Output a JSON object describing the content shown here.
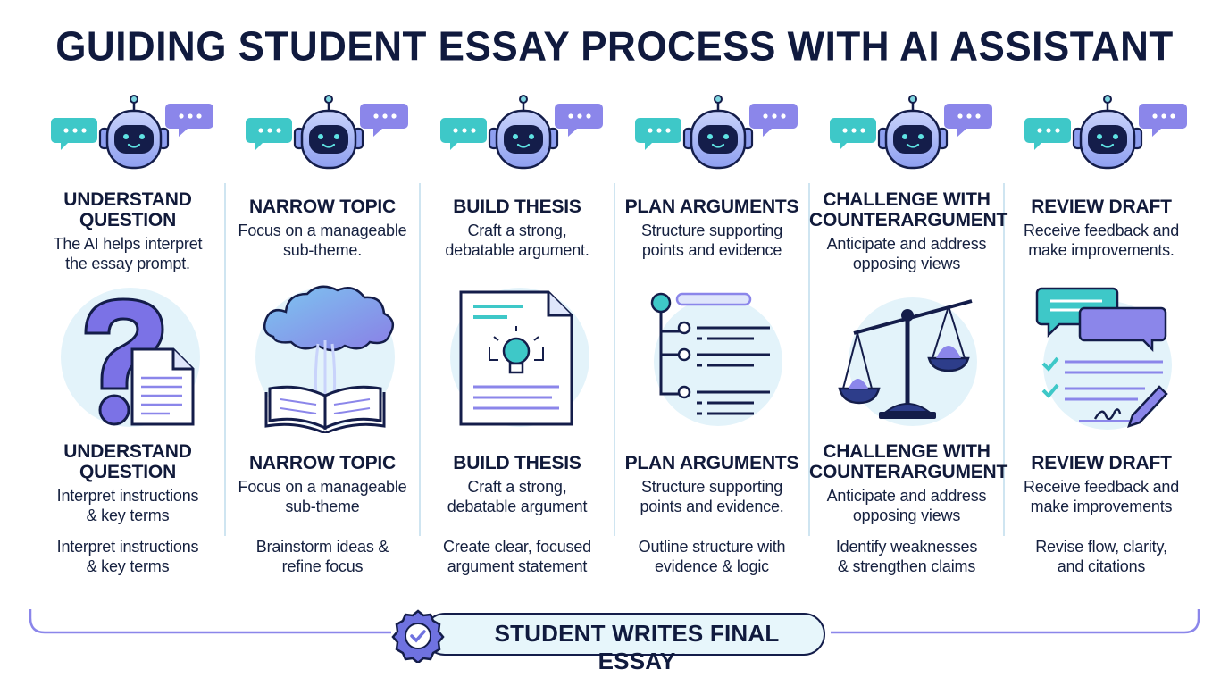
{
  "title": "GUIDING STUDENT ESSAY PROCESS WITH AI ASSISTANT",
  "colors": {
    "navy": "#141d4a",
    "teal": "#3ec8c8",
    "purple": "#6f72e0",
    "light_blue": "#e3f3fa",
    "robot_body": "#9fb0f2"
  },
  "steps": [
    {
      "icon": "question-document-icon",
      "top_heading": "UNDERSTAND\nQUESTION",
      "top_text": "The AI helps interpret\nthe essay prompt.",
      "bottom_heading": "UNDERSTAND\nQUESTION",
      "bottom_text": "Interpret instructions\n& key terms",
      "extra_text": "Interpret instructions\n& key terms"
    },
    {
      "icon": "open-book-cloud-icon",
      "top_heading": "NARROW TOPIC",
      "top_text": "Focus on a manageable\nsub-theme.",
      "bottom_heading": "NARROW TOPIC",
      "bottom_text": "Focus on a manageable\nsub-theme",
      "extra_text": "Brainstorm ideas &\nrefine focus"
    },
    {
      "icon": "lightbulb-document-icon",
      "top_heading": "BUILD THESIS",
      "top_text": "Craft a strong,\ndebatable argument.",
      "bottom_heading": "BUILD THESIS",
      "bottom_text": "Craft a strong,\ndebatable argument",
      "extra_text": "Create clear, focused\nargument statement"
    },
    {
      "icon": "outline-tree-icon",
      "top_heading": "PLAN ARGUMENTS",
      "top_text": "Structure supporting\npoints and evidence",
      "bottom_heading": "PLAN ARGUMENTS",
      "bottom_text": "Structure supporting\npoints and evidence.",
      "extra_text": "Outline structure with\nevidence & logic"
    },
    {
      "icon": "balance-scale-icon",
      "top_heading": "CHALLENGE WITH\nCOUNTERARGUMENT",
      "top_text": "Anticipate and address\nopposing views",
      "bottom_heading": "CHALLENGE WITH\nCOUNTERARGUMENT",
      "bottom_text": "Anticipate and address\nopposing views",
      "extra_text": "Identify weaknesses\n& strengthen claims"
    },
    {
      "icon": "feedback-checklist-icon",
      "top_heading": "REVIEW DRAFT",
      "top_text": "Receive feedback and\nmake improvements.",
      "bottom_heading": "REVIEW DRAFT",
      "bottom_text": "Receive feedback and\nmake improvements",
      "extra_text": "Revise flow, clarity,\nand citations"
    }
  ],
  "final_step": {
    "label": "STUDENT WRITES FINAL ESSAY",
    "icon": "checkmark-badge-icon"
  }
}
